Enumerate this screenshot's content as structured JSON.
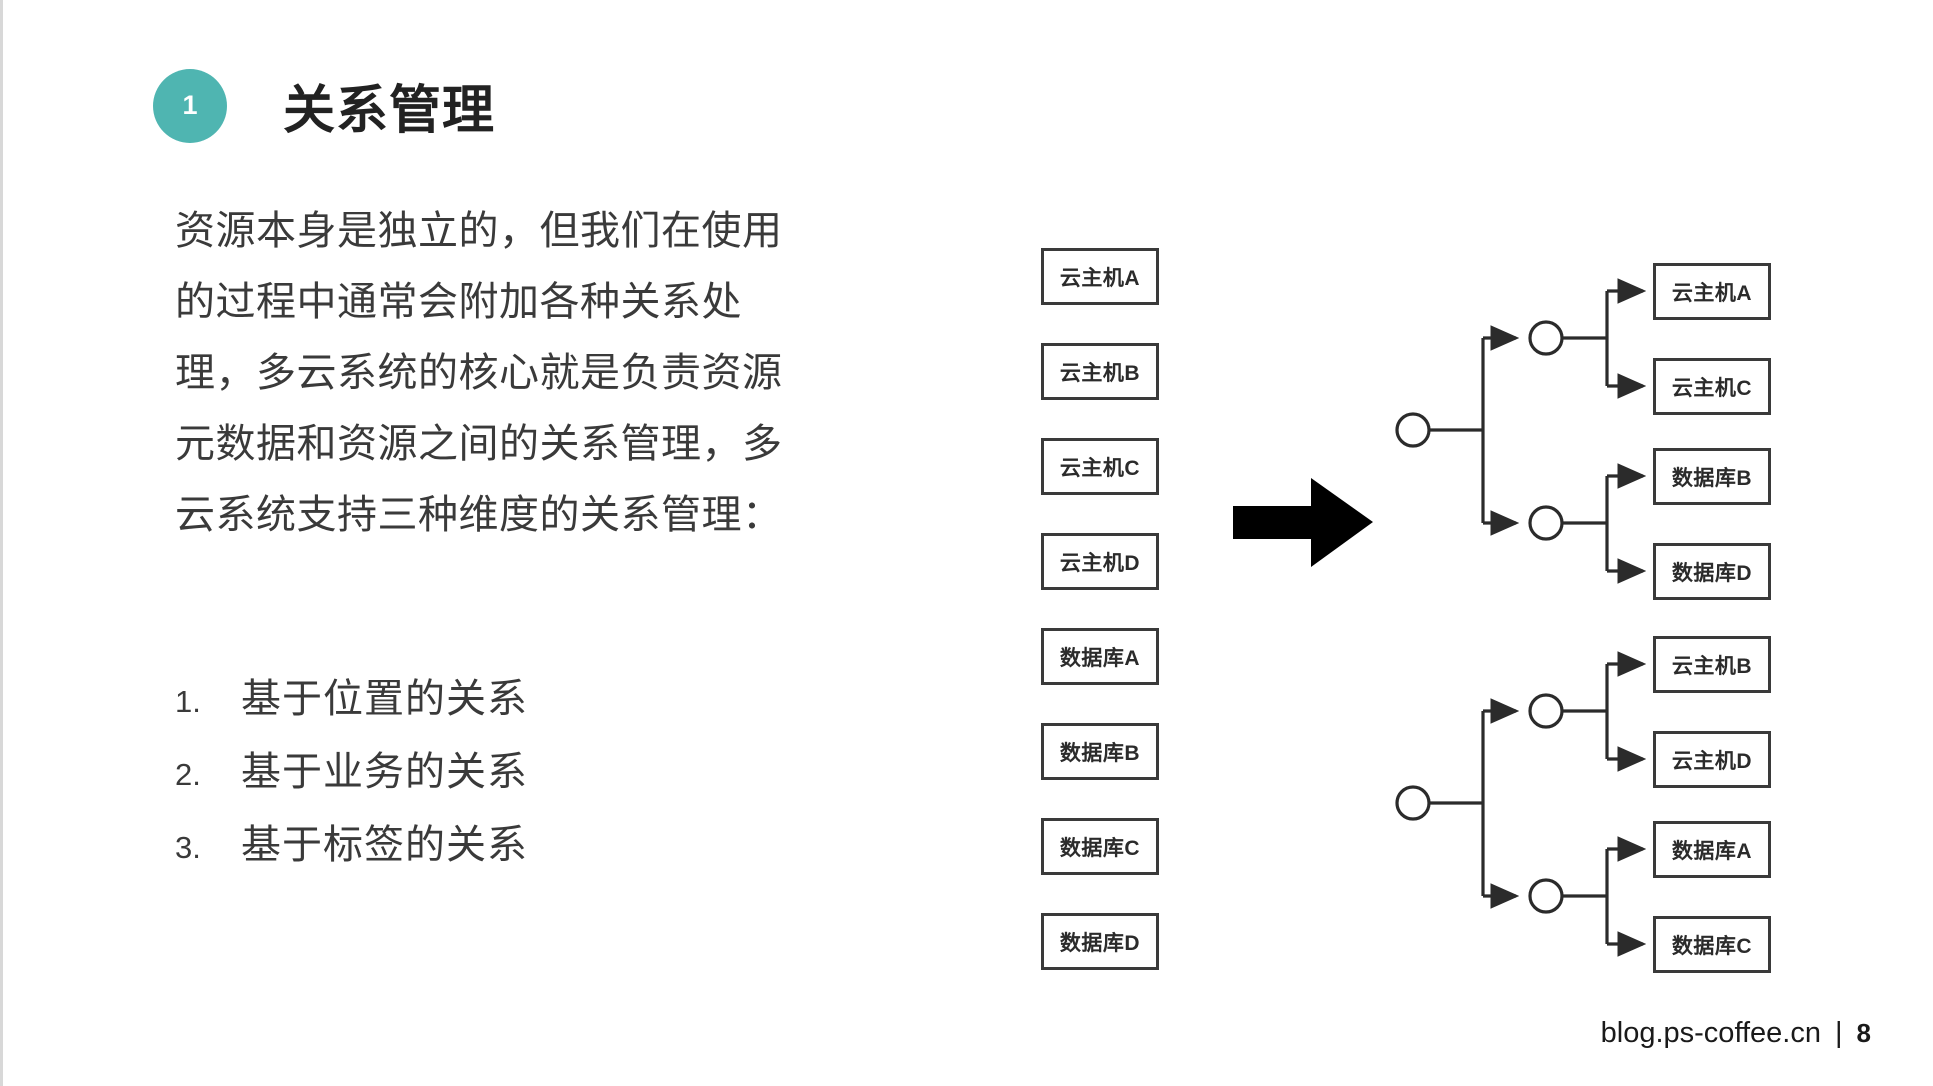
{
  "slide": {
    "badge_number": "1",
    "title": "关系管理",
    "accent_color": "#4fb5b1",
    "body_paragraph": "资源本身是独立的，但我们在使用的过程中通常会附加各种关系处理，多云系统的核心就是负责资源元数据和资源之间的关系管理，多云系统支持三种维度的关系管理：",
    "list": [
      {
        "num": "1.",
        "text": "基于位置的关系"
      },
      {
        "num": "2.",
        "text": "基于业务的关系"
      },
      {
        "num": "3.",
        "text": "基于标签的关系"
      }
    ]
  },
  "diagram": {
    "flat_list_label": "resource-flat-list",
    "left_boxes": [
      "云主机A",
      "云主机B",
      "云主机C",
      "云主机D",
      "数据库A",
      "数据库B",
      "数据库C",
      "数据库D"
    ],
    "transform_arrow": "right-arrow",
    "trees": [
      {
        "root": "root-node-1",
        "branches": [
          {
            "node": "group-node-1",
            "leaves": [
              "云主机A",
              "云主机C"
            ]
          },
          {
            "node": "group-node-2",
            "leaves": [
              "数据库B",
              "数据库D"
            ]
          }
        ]
      },
      {
        "root": "root-node-2",
        "branches": [
          {
            "node": "group-node-3",
            "leaves": [
              "云主机B",
              "云主机D"
            ]
          },
          {
            "node": "group-node-4",
            "leaves": [
              "数据库A",
              "数据库C"
            ]
          }
        ]
      }
    ],
    "right_boxes": [
      "云主机A",
      "云主机C",
      "数据库B",
      "数据库D",
      "云主机B",
      "云主机D",
      "数据库A",
      "数据库C"
    ]
  },
  "footer": {
    "site": "blog.ps-coffee.cn",
    "separator": "|",
    "page_number": "8"
  }
}
